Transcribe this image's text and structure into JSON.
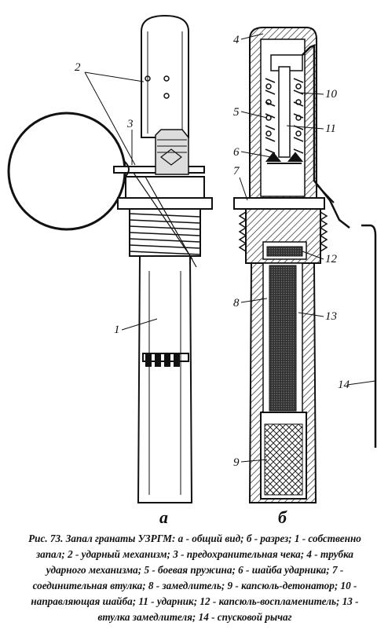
{
  "figure": {
    "panel_a": "а",
    "panel_b": "б",
    "labels_a": {
      "l1": "1",
      "l2": "2",
      "l3": "3"
    },
    "labels_b": {
      "l4": "4",
      "l5": "5",
      "l6": "6",
      "l7": "7",
      "l8": "8",
      "l9": "9",
      "l10": "10",
      "l11": "11",
      "l12": "12",
      "l13": "13",
      "l14": "14"
    }
  },
  "caption": "Рис. 73. Запал гранаты УЗРГМ: а - общий вид; б - разрез; 1 - собственно запал; 2 - ударный механизм; 3 - предохранительная чека; 4 - трубка ударного механизма; 5 - боевая пружина; 6 - шайба ударника; 7 - соединительная втулка; 8 - замедлитель; 9 - капсюль-детонатор; 10 - направляющая шайба; 11 - ударник; 12 - капсюль-воспламенитель; 13 - втулка замедлителя; 14 - спусковой рычаг"
}
